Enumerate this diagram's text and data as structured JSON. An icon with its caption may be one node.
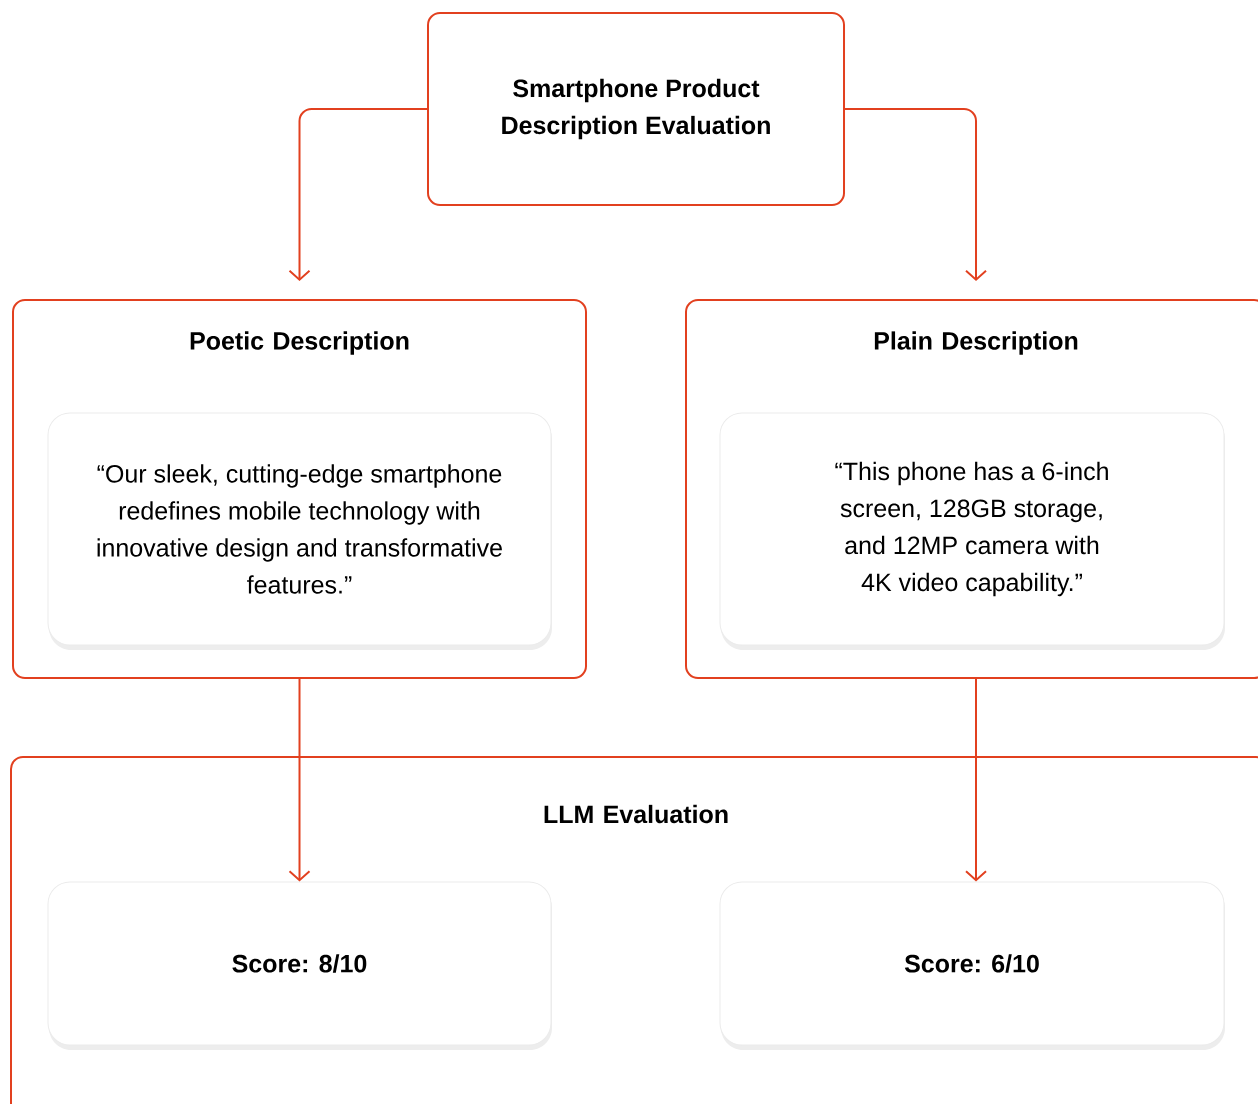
{
  "diagram": {
    "nodes": [
      {
        "text": [
          "Smartphone Product Description Evaluation"
        ]
      },
      {
        "text": [
          "Poetic Description"
        ]
      },
      {
        "text": [
          "“Our sleek, cutting-edge smartphone redefines mobile technology with innovative design and transformative features.”"
        ],
        "in": 1
      },
      {
        "text": [
          "Plain Description"
        ]
      },
      {
        "text": [
          "“This phone has a 6-inch screen, 128GB storage, and 12MP camera with 4K video capability.”"
        ],
        "in": 3
      },
      {
        "text": [
          "LLM Evaluation"
        ]
      },
      {
        "text": [
          "Score: 8/10"
        ],
        "in": 5
      },
      {
        "text": [
          "Score: 6/10"
        ],
        "in": 5
      }
    ],
    "edges": [
      {
        "from": 0,
        "to": 1,
        "arrow": "to"
      },
      {
        "from": 0,
        "to": 3,
        "arrow": "to"
      },
      {
        "from": 1,
        "to": 6,
        "arrow": "to"
      },
      {
        "from": 3,
        "to": 7,
        "arrow": "to"
      }
    ]
  }
}
